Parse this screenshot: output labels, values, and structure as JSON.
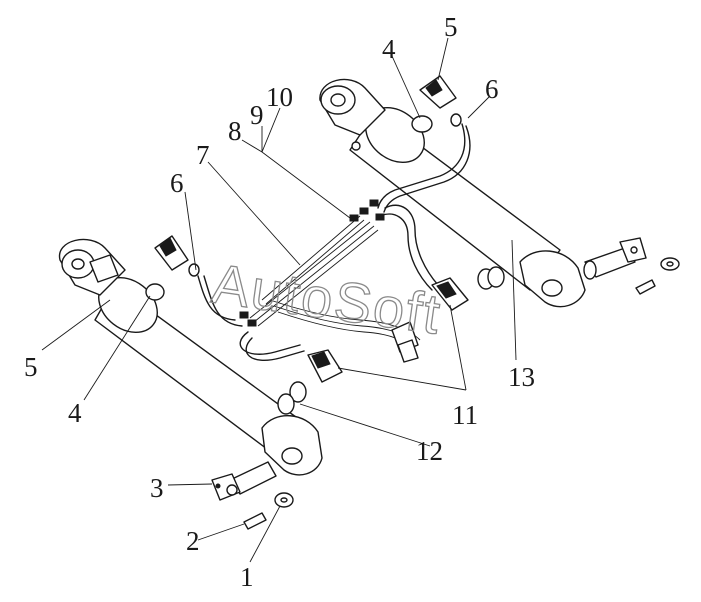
{
  "watermark": "AutoSoft",
  "callouts": {
    "c1": "1",
    "c2": "2",
    "c3": "3",
    "c4_left": "4",
    "c4_right": "4",
    "c5_left": "5",
    "c5_right": "5",
    "c6_left": "6",
    "c6_right": "6",
    "c7": "7",
    "c8": "8",
    "c9": "9",
    "c10": "10",
    "c11": "11",
    "c12": "12",
    "c13": "13"
  }
}
